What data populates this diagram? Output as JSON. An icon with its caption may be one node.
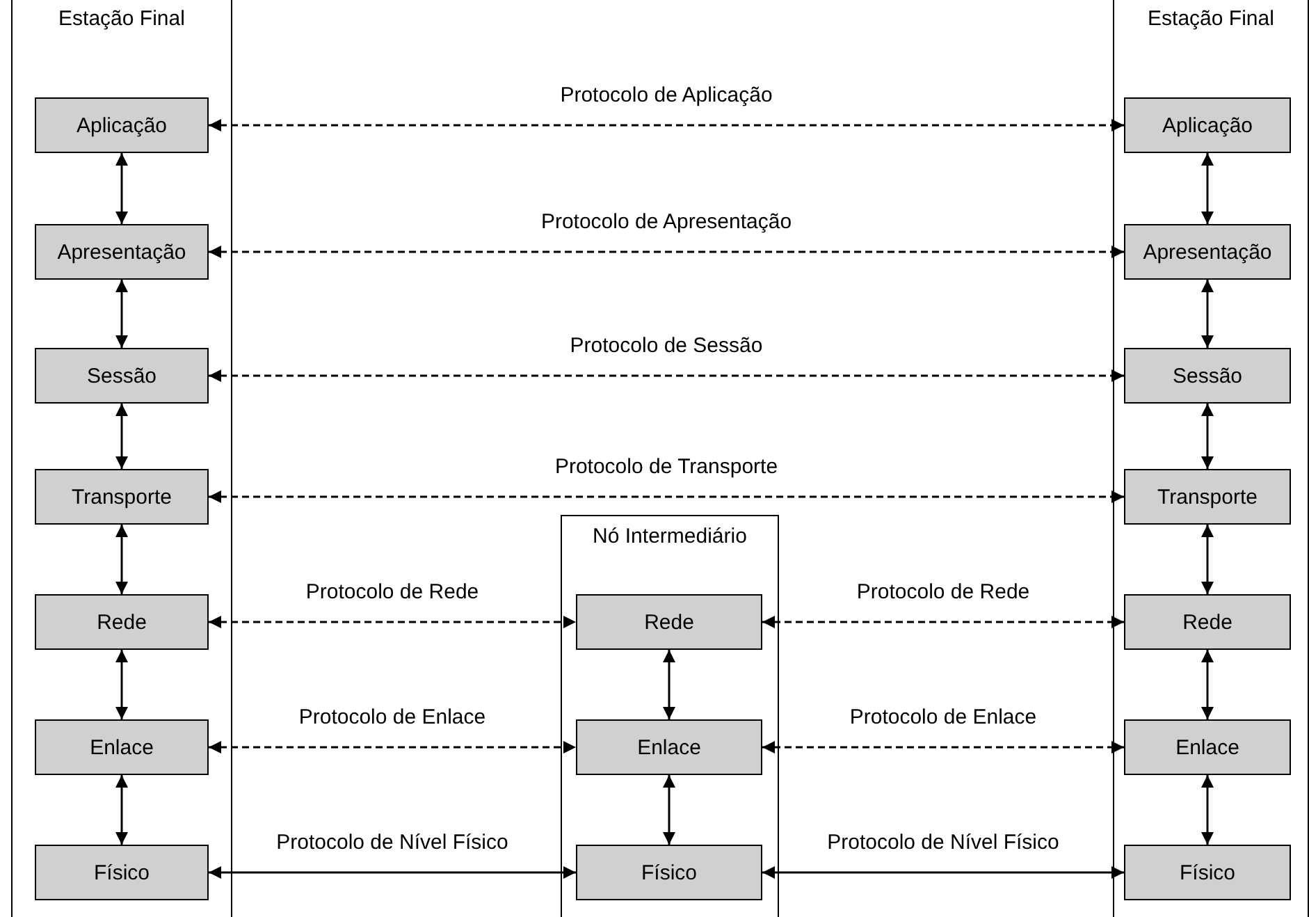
{
  "diagram": {
    "nodes": [
      {
        "text": [
          "Estação Final"
        ]
      },
      {
        "text": [
          "Aplicação"
        ],
        "in": 0
      },
      {
        "text": [
          "Apresentação"
        ],
        "in": 0
      },
      {
        "text": [
          "Sessão"
        ],
        "in": 0
      },
      {
        "text": [
          "Transporte"
        ],
        "in": 0
      },
      {
        "text": [
          "Rede"
        ],
        "in": 0
      },
      {
        "text": [
          "Enlace"
        ],
        "in": 0
      },
      {
        "text": [
          "Físico"
        ],
        "in": 0
      },
      {
        "text": [
          "Nó Intermediário"
        ]
      },
      {
        "text": [
          "Rede"
        ],
        "in": 8
      },
      {
        "text": [
          "Enlace"
        ],
        "in": 8
      },
      {
        "text": [
          "Físico"
        ],
        "in": 8
      },
      {
        "text": [
          "Estação Final"
        ]
      },
      {
        "text": [
          "Aplicação"
        ],
        "in": 12
      },
      {
        "text": [
          "Apresentação"
        ],
        "in": 12
      },
      {
        "text": [
          "Sessão"
        ],
        "in": 12
      },
      {
        "text": [
          "Transporte"
        ],
        "in": 12
      },
      {
        "text": [
          "Rede"
        ],
        "in": 12
      },
      {
        "text": [
          "Enlace"
        ],
        "in": 12
      },
      {
        "text": [
          "Físico"
        ],
        "in": 12
      }
    ],
    "edges": [
      {
        "from": 1,
        "to": 2,
        "arrow": "both"
      },
      {
        "from": 2,
        "to": 3,
        "arrow": "both"
      },
      {
        "from": 3,
        "to": 4,
        "arrow": "both"
      },
      {
        "from": 4,
        "to": 5,
        "arrow": "both"
      },
      {
        "from": 5,
        "to": 6,
        "arrow": "both"
      },
      {
        "from": 6,
        "to": 7,
        "arrow": "both"
      },
      {
        "from": 9,
        "to": 10,
        "arrow": "both"
      },
      {
        "from": 10,
        "to": 11,
        "arrow": "both"
      },
      {
        "from": 13,
        "to": 14,
        "arrow": "both"
      },
      {
        "from": 14,
        "to": 15,
        "arrow": "both"
      },
      {
        "from": 15,
        "to": 16,
        "arrow": "both"
      },
      {
        "from": 16,
        "to": 17,
        "arrow": "both"
      },
      {
        "from": 17,
        "to": 18,
        "arrow": "both"
      },
      {
        "from": 18,
        "to": 19,
        "arrow": "both"
      },
      {
        "from": 1,
        "to": 13,
        "arrow": "both",
        "style": "dashed",
        "label": "Protocolo de Aplicação"
      },
      {
        "from": 2,
        "to": 14,
        "arrow": "both",
        "style": "dashed",
        "label": "Protocolo de Apresentação"
      },
      {
        "from": 3,
        "to": 15,
        "arrow": "both",
        "style": "dashed",
        "label": "Protocolo de Sessão"
      },
      {
        "from": 4,
        "to": 16,
        "arrow": "both",
        "style": "dashed",
        "label": "Protocolo de Transporte"
      },
      {
        "from": 5,
        "to": 9,
        "arrow": "both",
        "style": "dashed",
        "label": "Protocolo de Rede"
      },
      {
        "from": 9,
        "to": 17,
        "arrow": "both",
        "style": "dashed",
        "label": "Protocolo de Rede"
      },
      {
        "from": 6,
        "to": 10,
        "arrow": "both",
        "style": "dashed",
        "label": "Protocolo de Enlace"
      },
      {
        "from": 10,
        "to": 18,
        "arrow": "both",
        "style": "dashed",
        "label": "Protocolo de Enlace"
      },
      {
        "from": 7,
        "to": 11,
        "arrow": "both",
        "label": "Protocolo de Nível Físico"
      },
      {
        "from": 11,
        "to": 19,
        "arrow": "both",
        "label": "Protocolo de Nível Físico"
      }
    ]
  }
}
